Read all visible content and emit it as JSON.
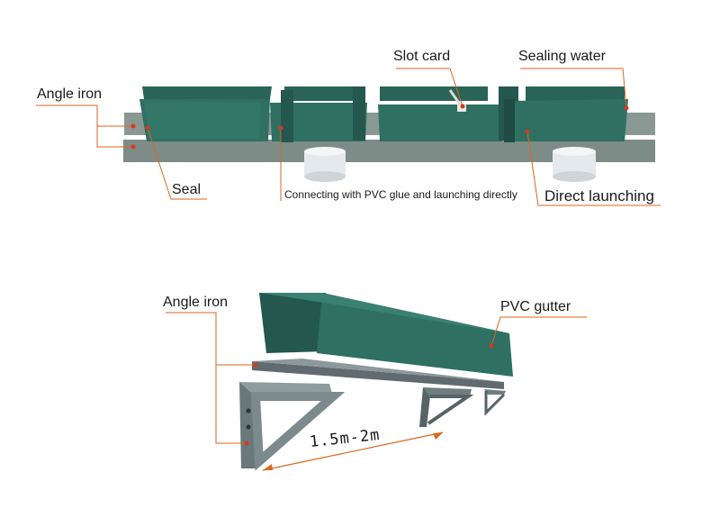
{
  "top_diagram": {
    "labels": {
      "angle_iron": "Angle iron",
      "slot_card": "Slot card",
      "sealing_water": "Sealing water",
      "seal": "Seal",
      "pvc_glue": "Connecting with PVC glue and launching directly",
      "direct_launching": "Direct launching"
    }
  },
  "bottom_diagram": {
    "labels": {
      "angle_iron": "Angle iron",
      "pvc_gutter": "PVC gutter",
      "span": "1.5m-2m"
    }
  },
  "colors": {
    "gutter_green": "#2e6e63",
    "gutter_dark": "#24574e",
    "angle_iron_grey": "#7c8b85",
    "bracket_grey": "#77868a",
    "leader_orange": "#d9661e",
    "marker_red": "#d43a1e"
  }
}
